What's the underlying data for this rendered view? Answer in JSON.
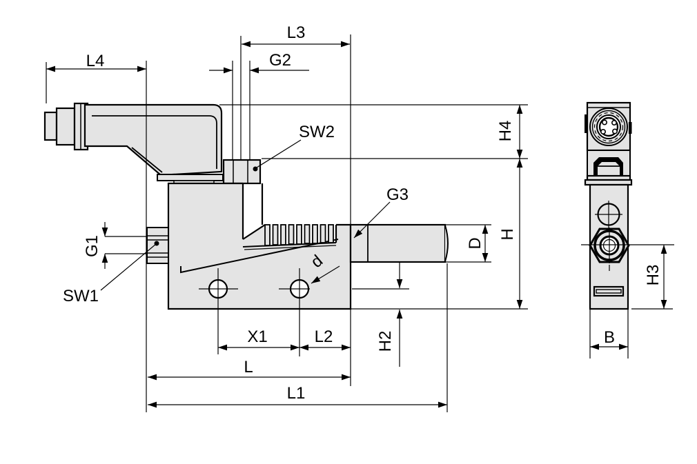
{
  "drawing": {
    "labels": {
      "l4": "L4",
      "l3": "L3",
      "g2": "G2",
      "sw2": "SW2",
      "g3": "G3",
      "g1": "G1",
      "sw1": "SW1",
      "d_hole": "d",
      "d_diameter": "D",
      "h": "H",
      "h4": "H4",
      "h2": "H2",
      "h3": "H3",
      "b": "B",
      "x1": "X1",
      "l2": "L2",
      "l": "L",
      "l1": "L1"
    },
    "colors": {
      "line": "#000000",
      "part_fill": "#e4e4e4",
      "background": "#ffffff"
    }
  }
}
